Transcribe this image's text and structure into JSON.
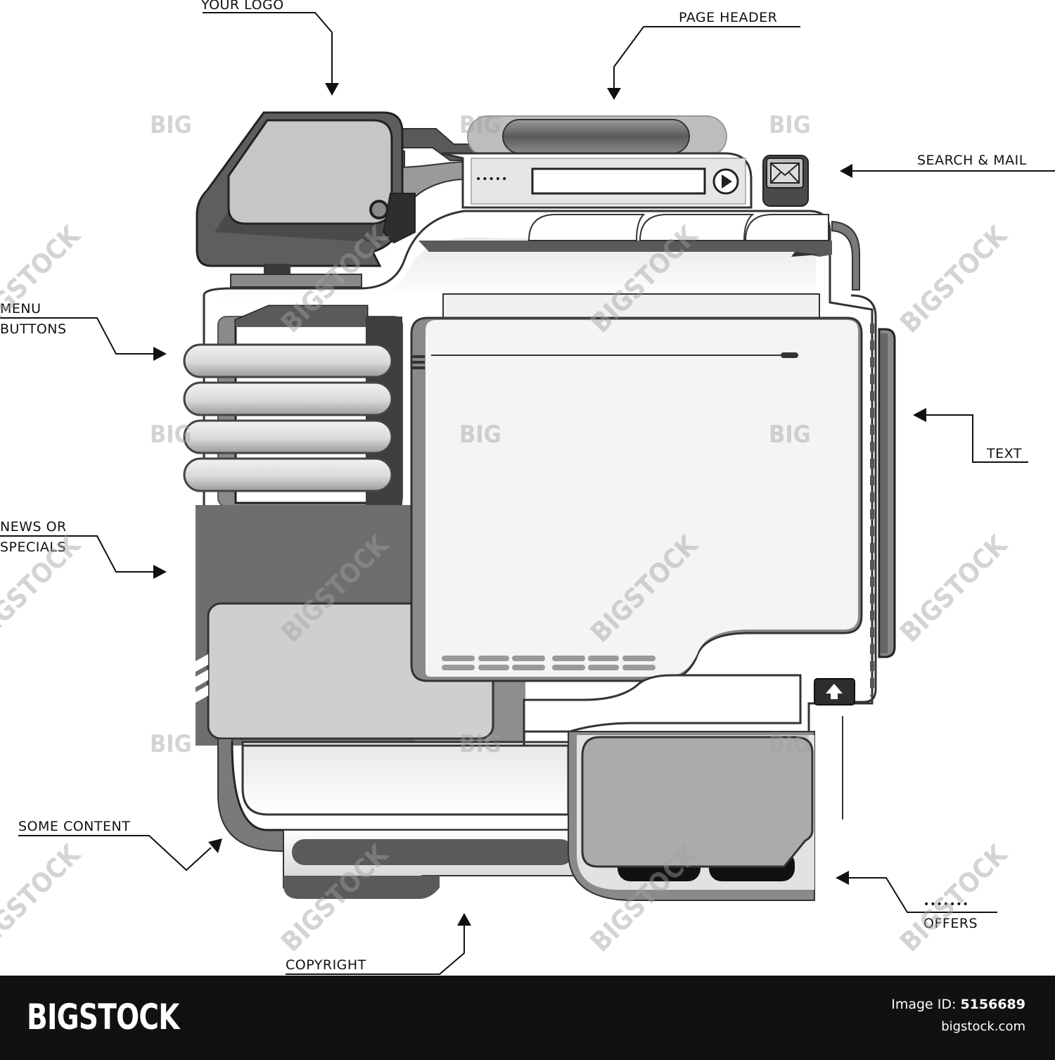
{
  "callouts": {
    "logo": "YOUR LOGO",
    "header": "PAGE HEADER",
    "search": "SEARCH & MAIL",
    "menu_line1": "MENU",
    "menu_line2": "BUTTONS",
    "text": "TEXT",
    "news_line1": "NEWS OR",
    "news_line2": "SPECIALS",
    "content": "SOME CONTENT",
    "copyright": "COPYRIGHT",
    "offers": "OFFERS"
  },
  "widgets": {
    "search_dots": "•••••",
    "offers_dots": "•••••••"
  },
  "watermark": {
    "short": "BIG",
    "long": "BIGSTOCK"
  },
  "footer": {
    "brand": "BIGSTOCK",
    "id_label": "Image ID:",
    "id_value": "5156689",
    "site": "bigstock.com"
  },
  "colors": {
    "dark": "#555555",
    "mid": "#7a7a7a",
    "light": "#bcbcbc",
    "panel": "#f4f4f4",
    "footer_bg": "#111111"
  },
  "icons": [
    "mail-icon",
    "play-icon",
    "up-arrow-icon"
  ]
}
